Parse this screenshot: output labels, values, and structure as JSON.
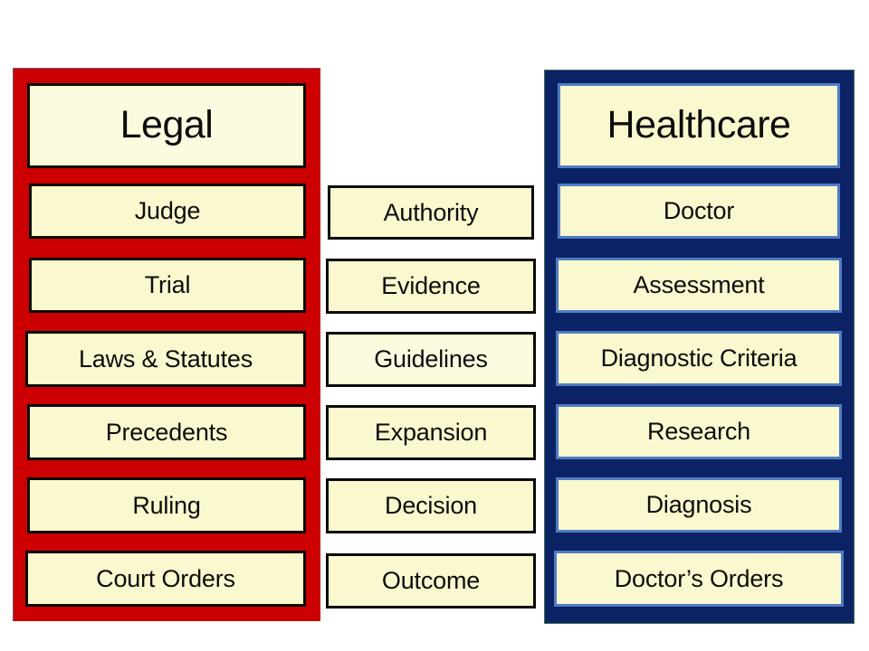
{
  "diagram": {
    "title_left": "Legal",
    "title_right": "Healthcare",
    "columns": [
      {
        "id": "legal",
        "panel_color": "#CC0000",
        "header": "Legal",
        "items": [
          "Judge",
          "Trial",
          "Laws & Statutes",
          "Precedents",
          "Ruling",
          "Court Orders"
        ]
      },
      {
        "id": "middle",
        "panel_color": "#FFFFFF",
        "header": "",
        "items": [
          "Authority",
          "Evidence",
          "Guidelines",
          "Expansion",
          "Decision",
          "Outcome"
        ]
      },
      {
        "id": "healthcare",
        "panel_color": "#0B2265",
        "header": "Healthcare",
        "items": [
          "Doctor",
          "Assessment",
          "Diagnostic Criteria",
          "Research",
          "Diagnosis",
          "Doctor’s Orders"
        ]
      }
    ],
    "colors": {
      "legal_panel": "#CC0000",
      "healthcare_panel": "#0B2265",
      "box_fill": "#FAF8CE",
      "box_border_black": "#0A0A0A",
      "box_border_blue": "#4F7CC4",
      "text": "#0D0D0D",
      "background": "#FFFFFF"
    }
  }
}
